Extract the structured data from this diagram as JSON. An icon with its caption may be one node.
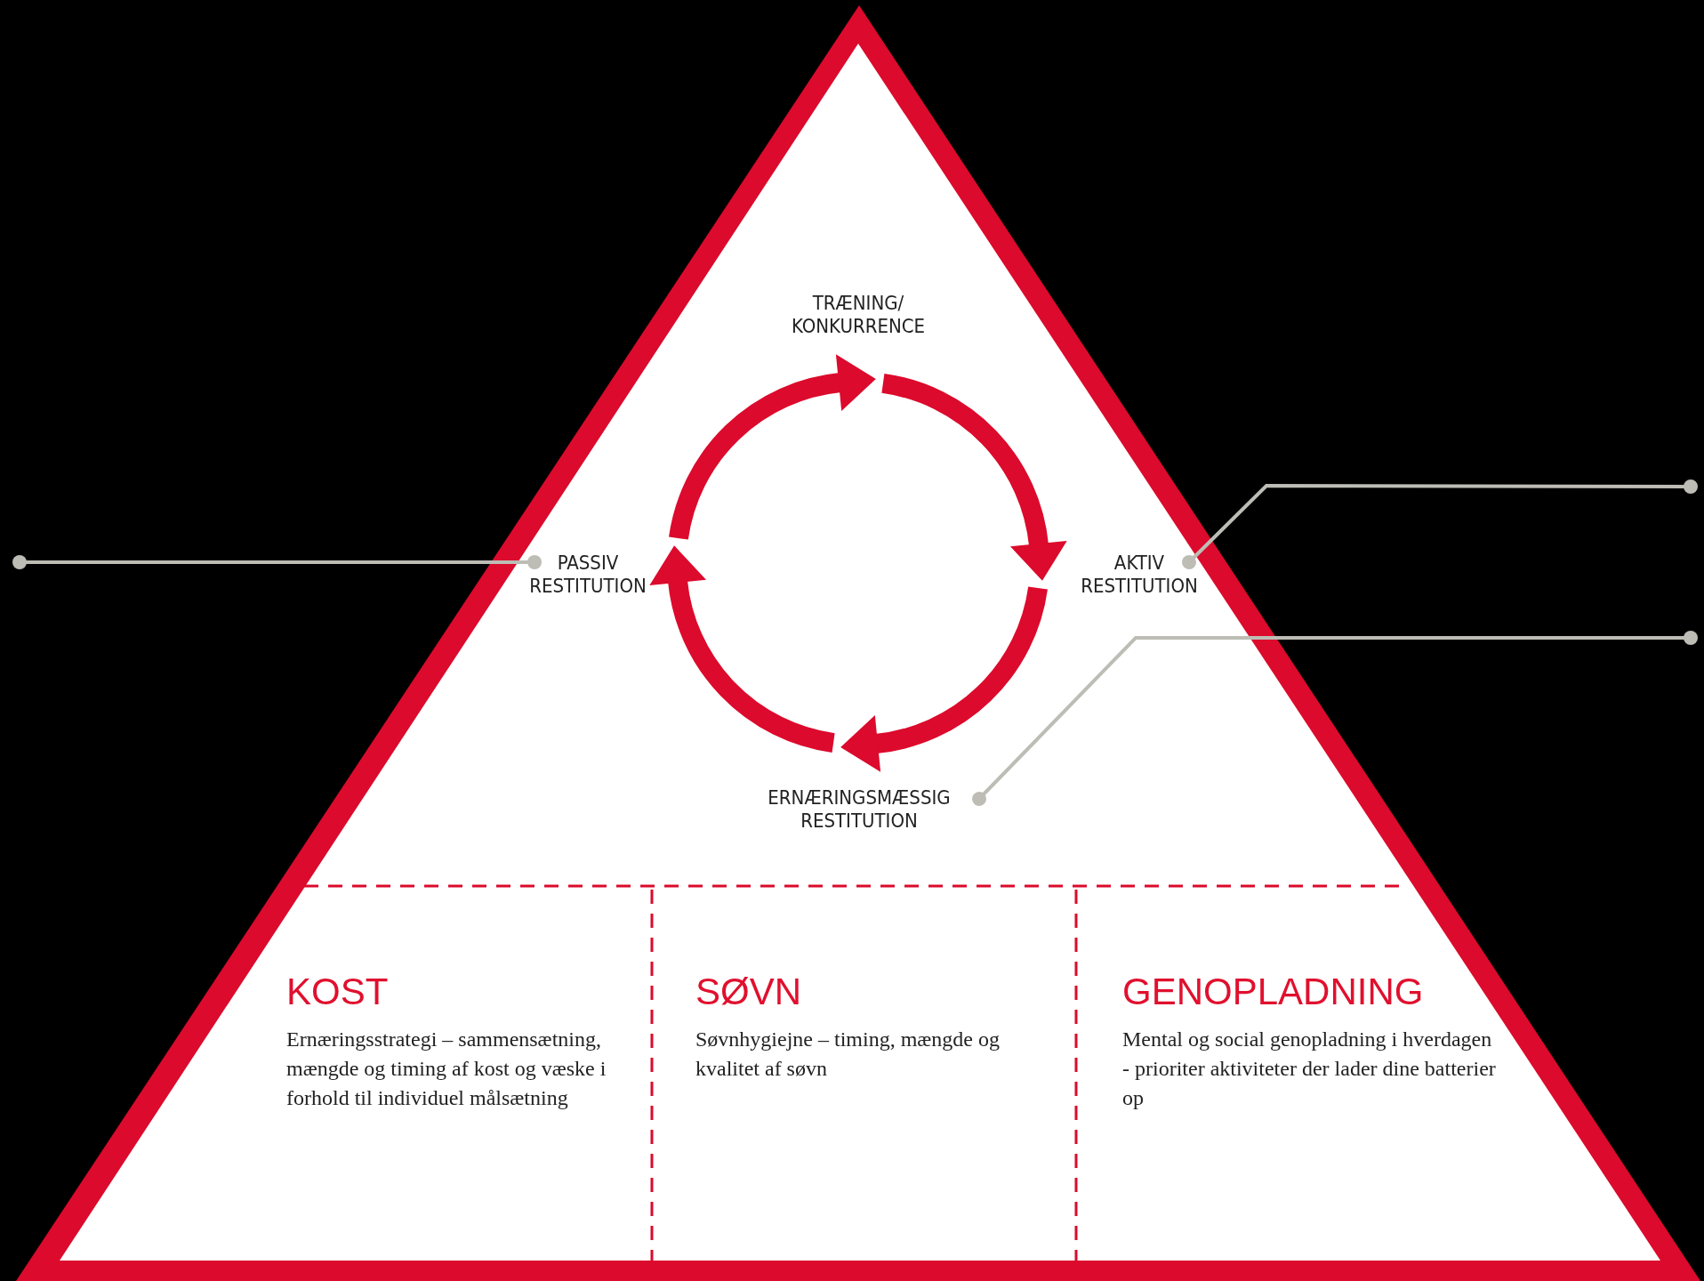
{
  "diagram": {
    "nodes": [
      {
        "text": [],
        "shape": "triangle"
      },
      {
        "text": [
          "TRÆNING/ KONKURRENCE"
        ],
        "in": 0
      },
      {
        "text": [
          "PASSIV RESTITUTION"
        ],
        "in": 0
      },
      {
        "text": [
          "AKTIV RESTITUTION"
        ],
        "in": 0
      },
      {
        "text": [
          "ERNÆRINGSMÆSSIG RESTITUTION"
        ],
        "in": 0
      },
      {
        "text": [
          "KOST",
          "Ernæringsstrategi – sammensætning, mængde og timing af kost og væske i forhold til individuel målsætning"
        ],
        "in": 0
      },
      {
        "text": [
          "SØVN",
          "Søvnhygiejne – timing, mængde og kvalitet af søvn"
        ],
        "in": 0
      },
      {
        "text": [
          "GENOPLADNING",
          "Mental og social genopladning i hverdagen - prioriter aktiviteter der lader dine batterier op"
        ],
        "in": 0
      }
    ],
    "edges": [
      {
        "from": 1,
        "to": 3,
        "arrow": "to"
      },
      {
        "from": 3,
        "to": 4,
        "arrow": "to"
      },
      {
        "from": 4,
        "to": 2,
        "arrow": "to"
      },
      {
        "from": 2,
        "to": 1,
        "arrow": "to"
      },
      {
        "from": 2,
        "to": null,
        "arrow": "other",
        "color": "#bdbdb5"
      },
      {
        "from": 3,
        "to": null,
        "arrow": "other",
        "color": "#bdbdb5"
      },
      {
        "from": 4,
        "to": null,
        "arrow": "other",
        "color": "#bdbdb5"
      }
    ]
  }
}
